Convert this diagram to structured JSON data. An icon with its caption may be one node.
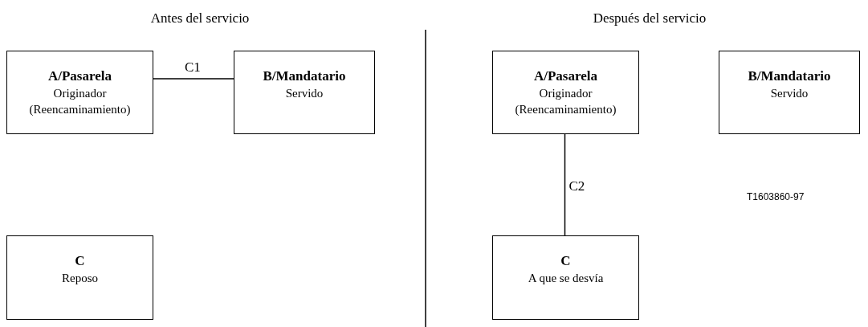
{
  "diagram": {
    "nodes": [
      {
        "text": [
          "A/Pasarela",
          "Originador (Reencaminamiento)"
        ]
      },
      {
        "text": [
          "B/Mandatario",
          "Servido"
        ]
      },
      {
        "text": [
          "C",
          "Reposo"
        ]
      },
      {
        "text": [
          "A/Pasarela",
          "Originador (Reencaminamiento)"
        ]
      },
      {
        "text": [
          "B/Mandatario",
          "Servido"
        ]
      },
      {
        "text": [
          "C",
          "A que se desvía"
        ]
      }
    ],
    "edges": [
      {
        "from": 0,
        "to": 1,
        "arrow": "none",
        "label": "C1"
      },
      {
        "from": 3,
        "to": 5,
        "arrow": "none",
        "label": "C2"
      }
    ],
    "labels": [
      "Antes del servicio",
      "Después del servicio",
      "T1603860-97"
    ]
  }
}
